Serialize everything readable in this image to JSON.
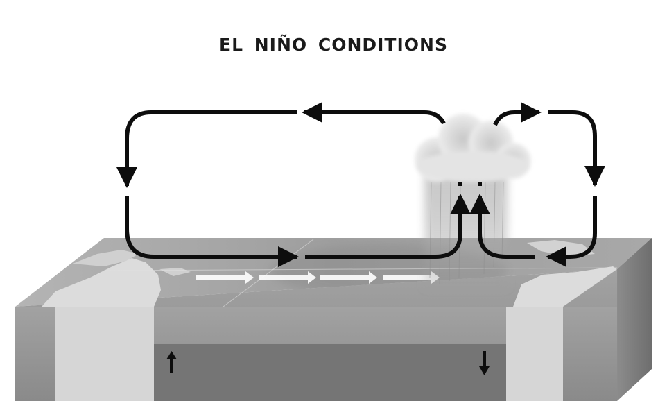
{
  "diagram": {
    "title": "EL NIÑO CONDITIONS",
    "elements": {
      "walker_cell": "circulation-loop-large",
      "east_cell": "circulation-loop-small",
      "cloud": "storm-cloud",
      "rain": "rainfall",
      "trade_winds": "surface-wind-arrows",
      "thermocline_arrows": [
        "upwelling-arrow-west",
        "downwelling-arrow-east"
      ]
    },
    "colors": {
      "arrow": "#0d0d0d",
      "ocean_top": "#a0a0a0",
      "ocean_front": "#8e8e8e",
      "deep_layer": "#7a7a7a",
      "land": "#d8d8d8",
      "cloud": "#e6e6e6"
    }
  }
}
